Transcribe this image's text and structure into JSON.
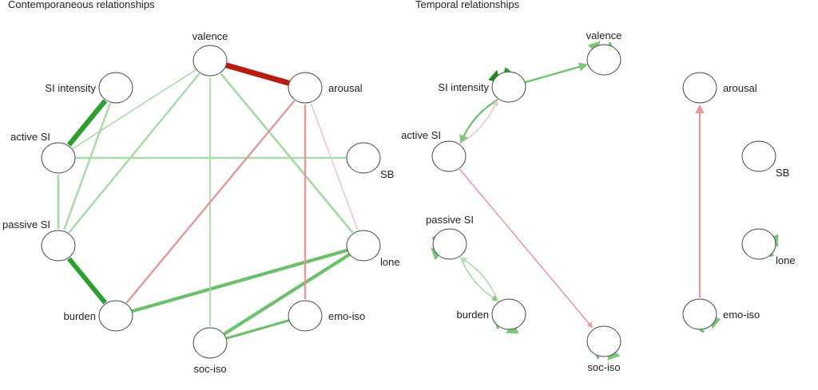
{
  "panels": [
    {
      "title": "Contemporaneous relationships",
      "nodes": [
        {
          "id": "valence",
          "label": "valence"
        },
        {
          "id": "arousal",
          "label": "arousal"
        },
        {
          "id": "si_intensity",
          "label": "SI intensity"
        },
        {
          "id": "active_si",
          "label": "active SI"
        },
        {
          "id": "sb",
          "label": "SB"
        },
        {
          "id": "passive_si",
          "label": "passive SI"
        },
        {
          "id": "lone",
          "label": "lone"
        },
        {
          "id": "burden",
          "label": "burden"
        },
        {
          "id": "emo_iso",
          "label": "emo-iso"
        },
        {
          "id": "soc_iso",
          "label": "soc-iso"
        }
      ],
      "edges": [
        {
          "from": "si_intensity",
          "to": "active_si",
          "sign": "positive",
          "strength": 0.9
        },
        {
          "from": "passive_si",
          "to": "burden",
          "sign": "positive",
          "strength": 0.85
        },
        {
          "from": "valence",
          "to": "arousal",
          "sign": "negative",
          "strength": 1.0
        },
        {
          "from": "burden",
          "to": "lone",
          "sign": "positive",
          "strength": 0.6
        },
        {
          "from": "lone",
          "to": "soc_iso",
          "sign": "positive",
          "strength": 0.6
        },
        {
          "from": "soc_iso",
          "to": "emo_iso",
          "sign": "positive",
          "strength": 0.45
        },
        {
          "from": "active_si",
          "to": "passive_si",
          "sign": "positive",
          "strength": 0.4
        },
        {
          "from": "active_si",
          "to": "sb",
          "sign": "positive",
          "strength": 0.35
        },
        {
          "from": "passive_si",
          "to": "si_intensity",
          "sign": "positive",
          "strength": 0.35
        },
        {
          "from": "passive_si",
          "to": "valence",
          "sign": "positive",
          "strength": 0.35
        },
        {
          "from": "valence",
          "to": "lone",
          "sign": "positive",
          "strength": 0.4
        },
        {
          "from": "valence",
          "to": "soc_iso",
          "sign": "positive",
          "strength": 0.25
        },
        {
          "from": "active_si",
          "to": "valence",
          "sign": "positive",
          "strength": 0.2
        },
        {
          "from": "arousal",
          "to": "burden",
          "sign": "negative",
          "strength": 0.35
        },
        {
          "from": "arousal",
          "to": "emo_iso",
          "sign": "negative",
          "strength": 0.35
        },
        {
          "from": "arousal",
          "to": "lone",
          "sign": "negative",
          "strength": 0.2
        }
      ]
    },
    {
      "title": "Temporal relationships",
      "nodes": [
        {
          "id": "valence",
          "label": "valence"
        },
        {
          "id": "si_intensity",
          "label": "SI intensity"
        },
        {
          "id": "active_si",
          "label": "active SI"
        },
        {
          "id": "passive_si",
          "label": "passive SI"
        },
        {
          "id": "burden",
          "label": "burden"
        },
        {
          "id": "soc_iso",
          "label": "soc-iso"
        },
        {
          "id": "arousal",
          "label": "arousal"
        },
        {
          "id": "sb",
          "label": "SB"
        },
        {
          "id": "lone",
          "label": "lone"
        },
        {
          "id": "emo_iso",
          "label": "emo-iso"
        }
      ],
      "edges": [
        {
          "from": "si_intensity",
          "to": "si_intensity",
          "sign": "positive",
          "strength": 1.0
        },
        {
          "from": "valence",
          "to": "valence",
          "sign": "positive",
          "strength": 0.5
        },
        {
          "from": "passive_si",
          "to": "passive_si",
          "sign": "positive",
          "strength": 0.55
        },
        {
          "from": "burden",
          "to": "burden",
          "sign": "positive",
          "strength": 0.55
        },
        {
          "from": "soc_iso",
          "to": "soc_iso",
          "sign": "positive",
          "strength": 0.55
        },
        {
          "from": "lone",
          "to": "lone",
          "sign": "positive",
          "strength": 0.55
        },
        {
          "from": "emo_iso",
          "to": "emo_iso",
          "sign": "positive",
          "strength": 0.55
        },
        {
          "from": "si_intensity",
          "to": "valence",
          "sign": "positive",
          "strength": 0.45
        },
        {
          "from": "si_intensity",
          "to": "active_si",
          "sign": "positive",
          "strength": 0.45
        },
        {
          "from": "active_si",
          "to": "si_intensity",
          "sign": "negative",
          "strength": 0.2
        },
        {
          "from": "active_si",
          "to": "soc_iso",
          "sign": "negative",
          "strength": 0.3
        },
        {
          "from": "passive_si",
          "to": "burden",
          "sign": "positive",
          "strength": 0.3
        },
        {
          "from": "burden",
          "to": "passive_si",
          "sign": "positive",
          "strength": 0.2
        },
        {
          "from": "emo_iso",
          "to": "arousal",
          "sign": "negative",
          "strength": 0.45
        }
      ]
    }
  ],
  "colors": {
    "positive_strong": "#2e9e2e",
    "positive_mid": "#6cc06c",
    "positive_light": "#a8d9a8",
    "negative_strong": "#b81c10",
    "negative_mid": "#e09a9a",
    "negative_light": "#ebc4c4",
    "node_stroke": "#444444",
    "node_fill": "#ffffff"
  }
}
